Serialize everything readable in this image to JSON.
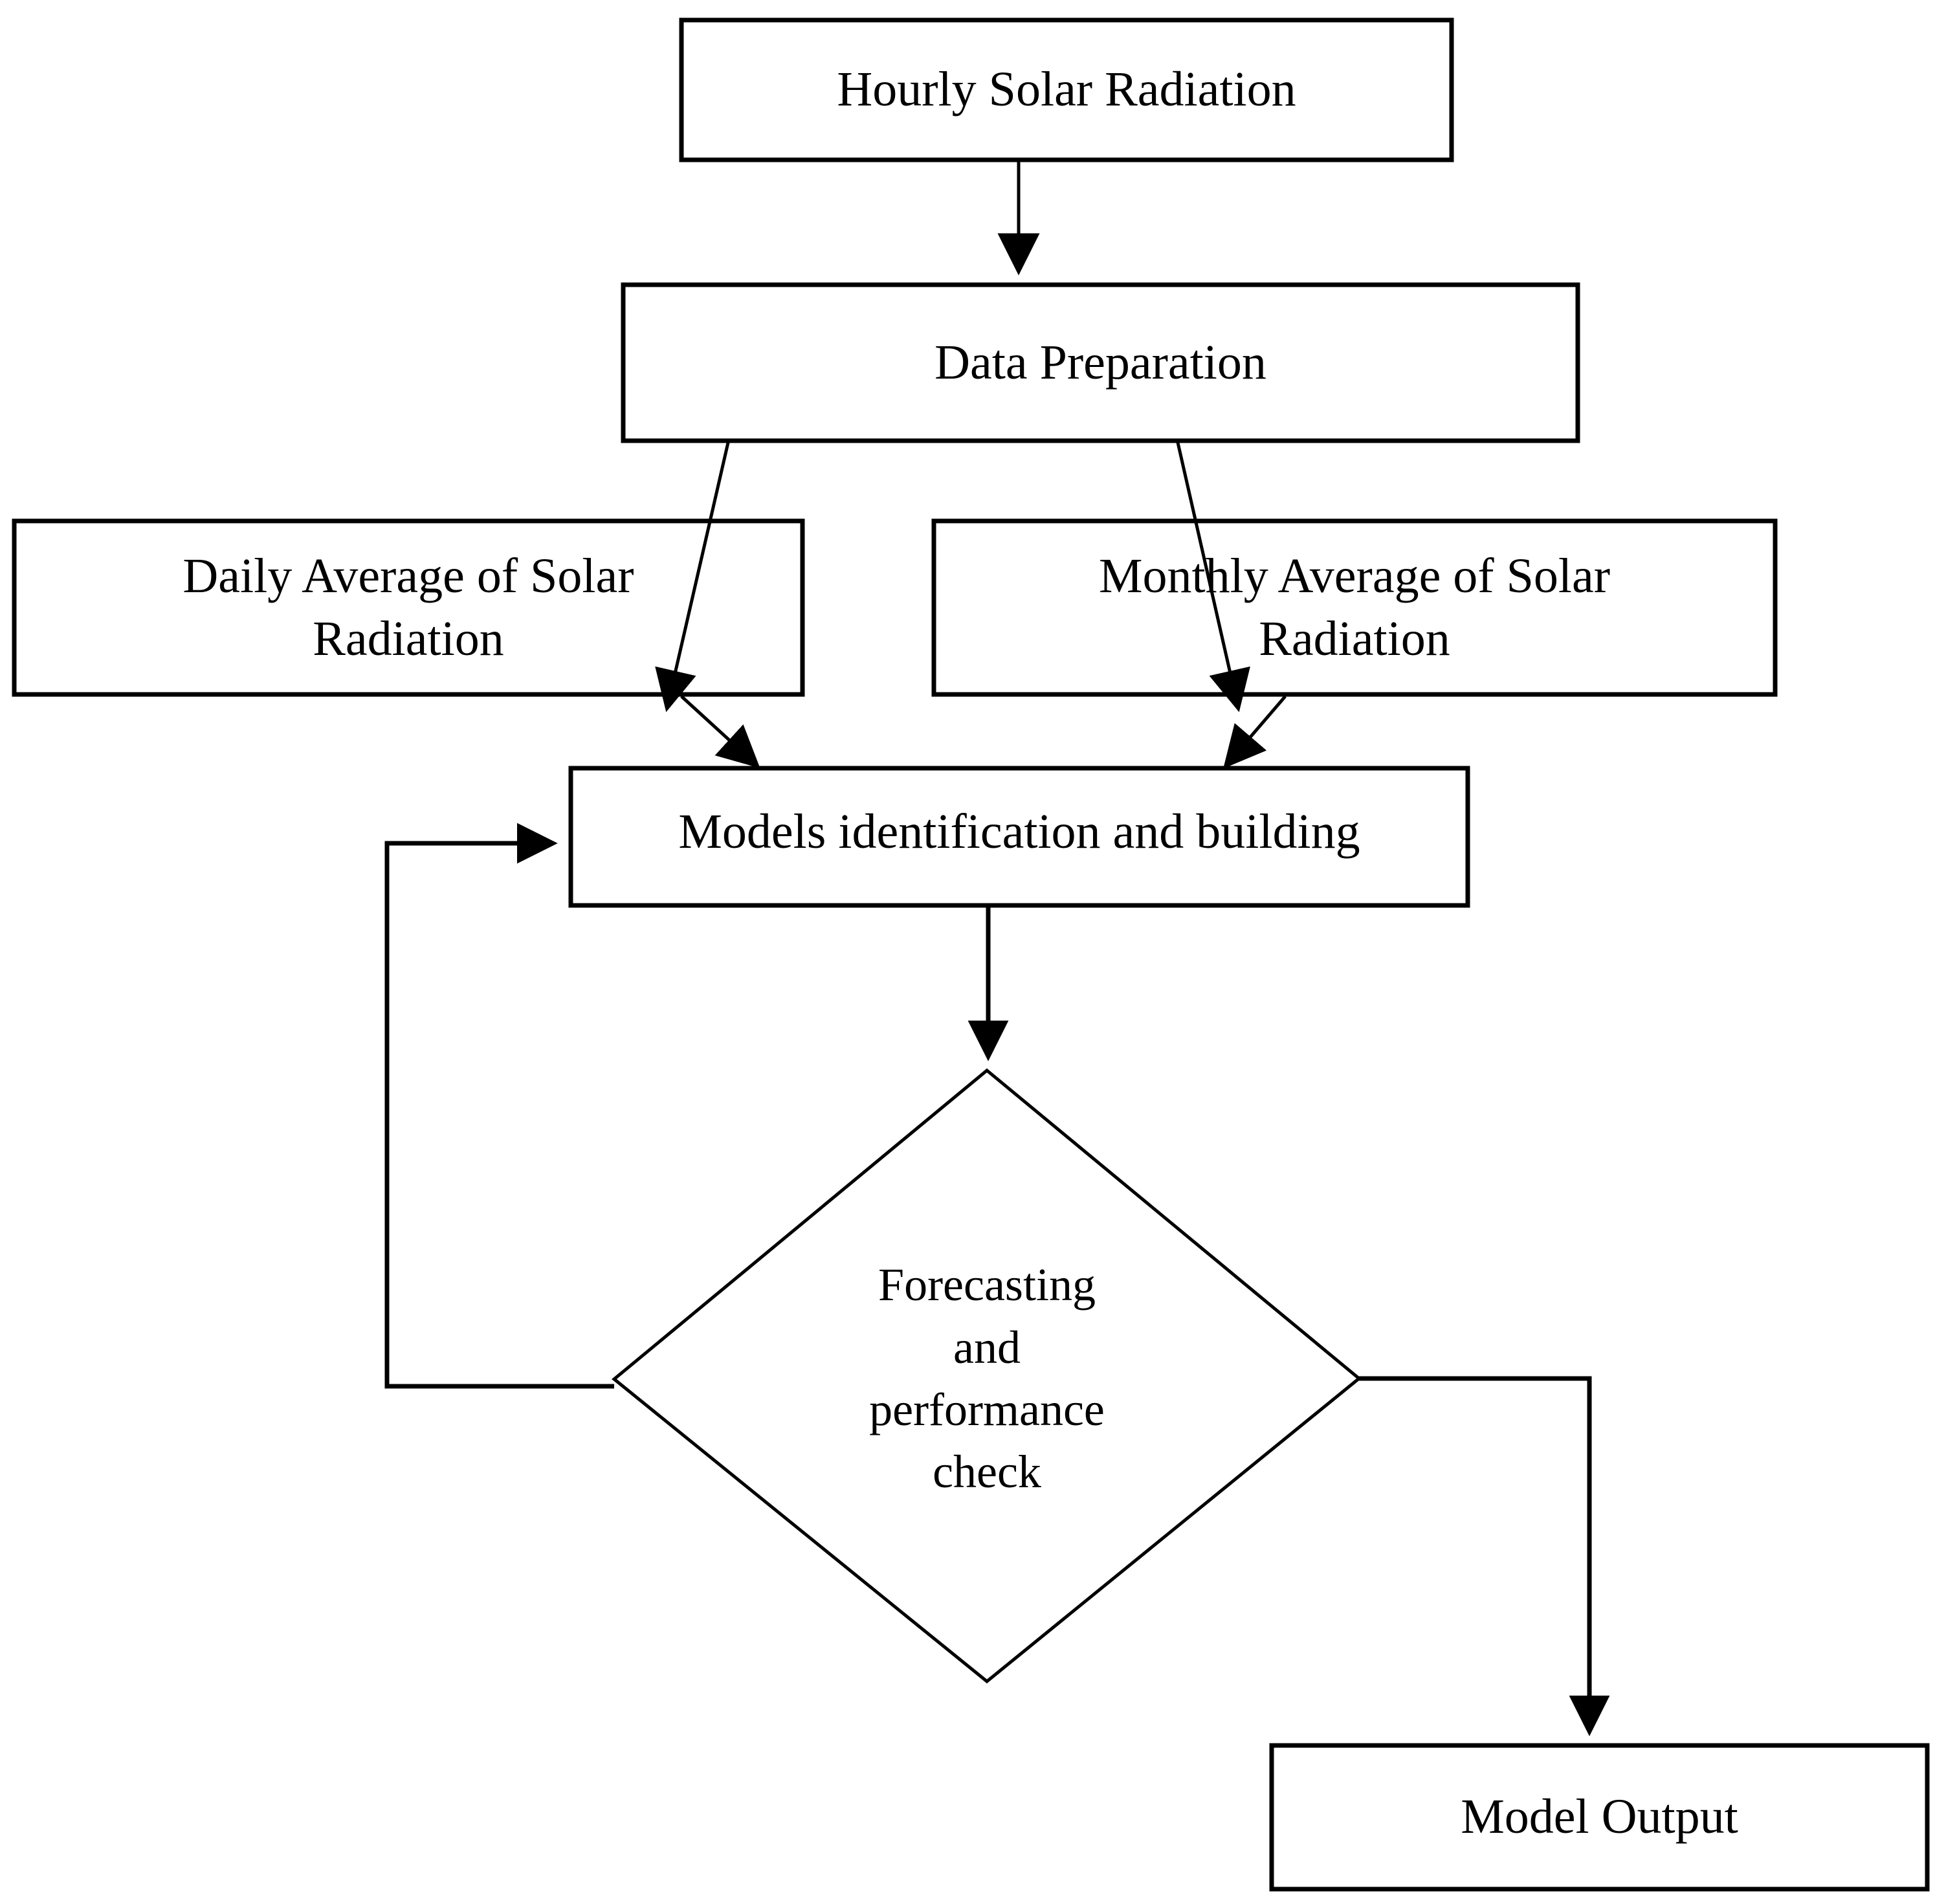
{
  "diagram": {
    "title": "Solar radiation forecasting methodology flowchart",
    "background_color": "#ffffff",
    "stroke_color": "#000000",
    "text_color": "#000000",
    "nodes": [
      {
        "id": "hourly-solar-radiation",
        "shape": "rectangle",
        "label": "Hourly Solar Radiation",
        "font_size": 76
      },
      {
        "id": "data-preparation",
        "shape": "rectangle",
        "label": "Data Preparation",
        "font_size": 76
      },
      {
        "id": "daily-average",
        "shape": "rectangle",
        "label_line1": "Daily Average of Solar",
        "label_line2": "Radiation",
        "font_size": 76
      },
      {
        "id": "monthly-average",
        "shape": "rectangle",
        "label_line1": "Monthly Average of Solar",
        "label_line2": "Radiation",
        "font_size": 76
      },
      {
        "id": "models-identification",
        "shape": "rectangle",
        "label": "Models identification and building",
        "font_size": 76
      },
      {
        "id": "forecasting-check",
        "shape": "diamond",
        "label_line1": "Forecasting",
        "label_line2": "and",
        "label_line3": "performance",
        "label_line4": "check",
        "font_size": 72
      },
      {
        "id": "model-output",
        "shape": "rectangle",
        "label": "Model Output",
        "font_size": 76
      }
    ],
    "edges": [
      {
        "id": "e1",
        "from": "hourly-solar-radiation",
        "to": "data-preparation",
        "arrow": true
      },
      {
        "id": "e2",
        "from": "data-preparation",
        "to": "daily-average",
        "arrow": true
      },
      {
        "id": "e3",
        "from": "data-preparation",
        "to": "monthly-average",
        "arrow": true
      },
      {
        "id": "e4",
        "from": "daily-average",
        "to": "models-identification",
        "arrow": true
      },
      {
        "id": "e5",
        "from": "monthly-average",
        "to": "models-identification",
        "arrow": true
      },
      {
        "id": "e6",
        "from": "models-identification",
        "to": "forecasting-check",
        "arrow": true
      },
      {
        "id": "e7",
        "from": "forecasting-check",
        "to": "models-identification",
        "arrow": true,
        "kind": "feedback-loop-left"
      },
      {
        "id": "e8",
        "from": "forecasting-check",
        "to": "model-output",
        "arrow": true,
        "kind": "elbow-right"
      }
    ]
  }
}
